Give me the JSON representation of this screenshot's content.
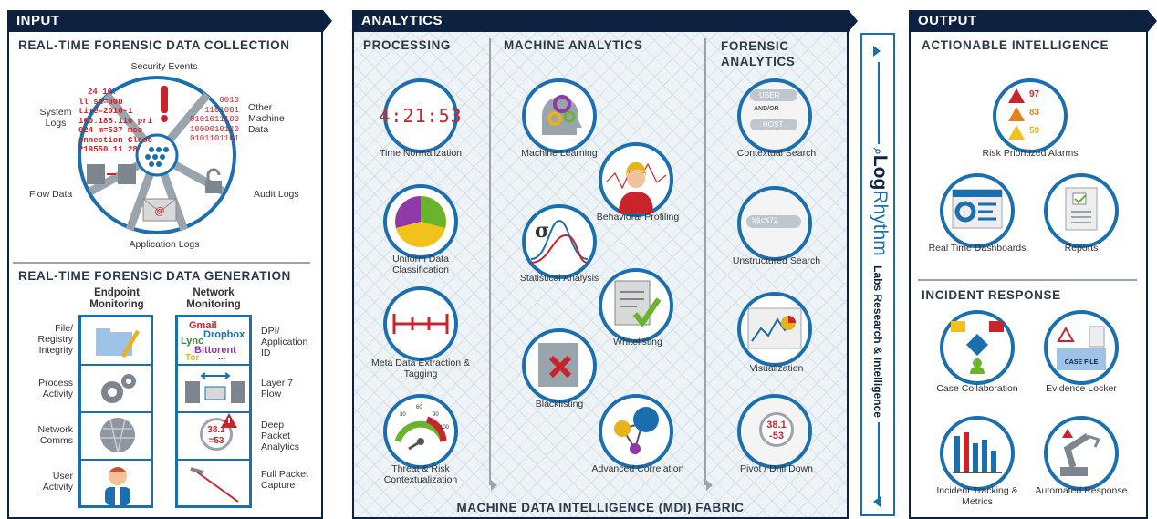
{
  "input": {
    "header": "INPUT",
    "collection": {
      "title": "REAL-TIME FORENSIC DATA COLLECTION",
      "security": "Security Events",
      "system": "System Logs",
      "other": "Other Machine Data",
      "flow": "Flow Data",
      "audit": "Audit Logs",
      "app": "Application Logs",
      "log_lines": [
        "24 10.",
        "ll sn=000",
        "time=2010-1",
        "160.188.116 pri",
        "024 m=537 mso",
        "onnection Close",
        "219550 11 28"
      ],
      "bits": [
        "0010",
        "1101001",
        "0101011100",
        "1000010110",
        "0101101101"
      ]
    },
    "generation": {
      "title": "REAL-TIME FORENSIC DATA GENERATION",
      "endpoint": "Endpoint Monitoring",
      "network": "Network Monitoring",
      "left": [
        "File/ Registry Integrity",
        "Process Activity",
        "Network Comms",
        "User Activity"
      ],
      "right": [
        "DPI/ Application ID",
        "Layer 7 Flow",
        "Deep Packet Analytics",
        "Full Packet Capture"
      ],
      "apps": {
        "gmail": "Gmail",
        "dropbox": "Dropbox",
        "lync": "Lync",
        "bittorent": "Bittorent",
        "tor": "Tor",
        "more": "..."
      },
      "dpi_num": "38.1",
      "dpi_num2": "=53"
    }
  },
  "analytics": {
    "header": "ANALYTICS",
    "processing": {
      "title": "PROCESSING",
      "time": "4:21:53",
      "items": [
        "Time Normalization",
        "Uniform Data Classification",
        "Meta Data Extraction & Tagging",
        "Threat & Risk Contextualization"
      ],
      "gauge": [
        "30",
        "60",
        "90",
        "100"
      ]
    },
    "machine": {
      "title": "MACHINE ANALYTICS",
      "items": [
        "Machine Learning",
        "Behavioral Profiling",
        "Statistical Analysis",
        "Whitelisting",
        "Blacklisting",
        "Advanced Correlation"
      ],
      "sigma": "σ"
    },
    "forensic": {
      "title": "FORENSIC ANALYTICS",
      "items": [
        "Contextual Search",
        "Unstructured Search",
        "Visualization",
        "Pivot / Drill Down"
      ],
      "user": "USER",
      "andor": "AND/OR",
      "host": "HOST",
      "unstruct": "%6c%72",
      "pivot": "38.1",
      "pivot2": "-53"
    },
    "fabric": "MACHINE DATA INTELLIGENCE (MDI) FABRIC"
  },
  "logrhythm": {
    "brand1": "Log",
    "brand2": "Rhythm",
    "labs": "Labs Research & Intelligence"
  },
  "output": {
    "header": "OUTPUT",
    "actionable": {
      "title": "ACTIONABLE INTELLIGENCE",
      "alarms": "Risk Prioritized Alarms",
      "scores": [
        "97",
        "83",
        "59"
      ],
      "dash": "Real Time Dashboards",
      "reports": "Reports"
    },
    "incident": {
      "title": "INCIDENT RESPONSE",
      "collab": "Case Collaboration",
      "evidence": "Evidence Locker",
      "casefile": "CASE FILE",
      "tracking": "Incident Tracking & Metrics",
      "auto": "Automated Response"
    }
  }
}
